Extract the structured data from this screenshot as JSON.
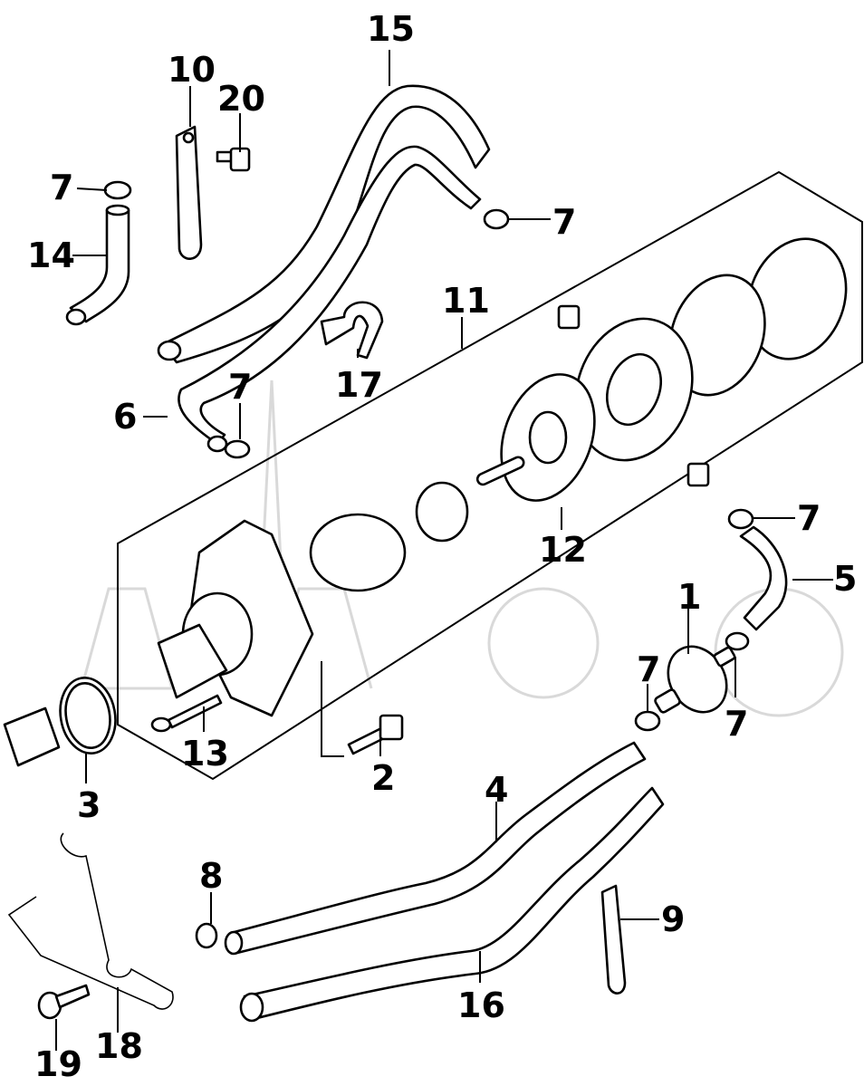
{
  "labels": {
    "p1": "1",
    "p2": "2",
    "p3": "3",
    "p4": "4",
    "p5": "5",
    "p6": "6",
    "p7": "7",
    "p8": "8",
    "p9": "9",
    "p10": "10",
    "p11": "11",
    "p12": "12",
    "p13": "13",
    "p14": "14",
    "p15": "15",
    "p16": "16",
    "p17": "17",
    "p18": "18",
    "p19": "19",
    "p20": "20"
  },
  "colors": {
    "line": "#000000",
    "background": "#ffffff",
    "watermark": "#d9d9d9"
  }
}
